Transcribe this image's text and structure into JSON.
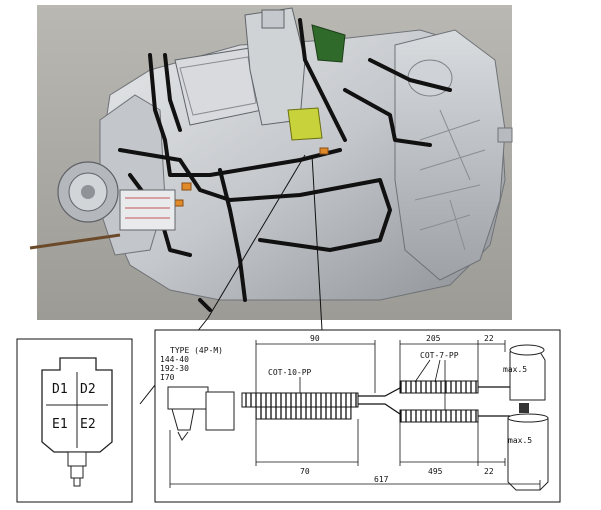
{
  "render": {
    "title": "Transmission 3D render",
    "background": "#a7a7a0"
  },
  "connector": {
    "pins": [
      "D1",
      "D2",
      "E1",
      "E2"
    ]
  },
  "harness": {
    "type_lines": [
      "TYPE (4P-M)",
      "144-40",
      "192-30",
      "I70"
    ],
    "conduit_left": "COT-10-PP",
    "conduit_right": "COT-7-PP",
    "dims": {
      "top_90": "90",
      "top_205": "205",
      "top_22": "22",
      "bottom_70": "70",
      "bottom_495": "495",
      "bottom_22": "22",
      "overall": "617"
    },
    "max_top": "max.5",
    "max_bottom": "max.5"
  },
  "colors": {
    "orange": "#e08a2a",
    "green": "#2f6a2a",
    "yellow_green": "#c8d23a"
  }
}
